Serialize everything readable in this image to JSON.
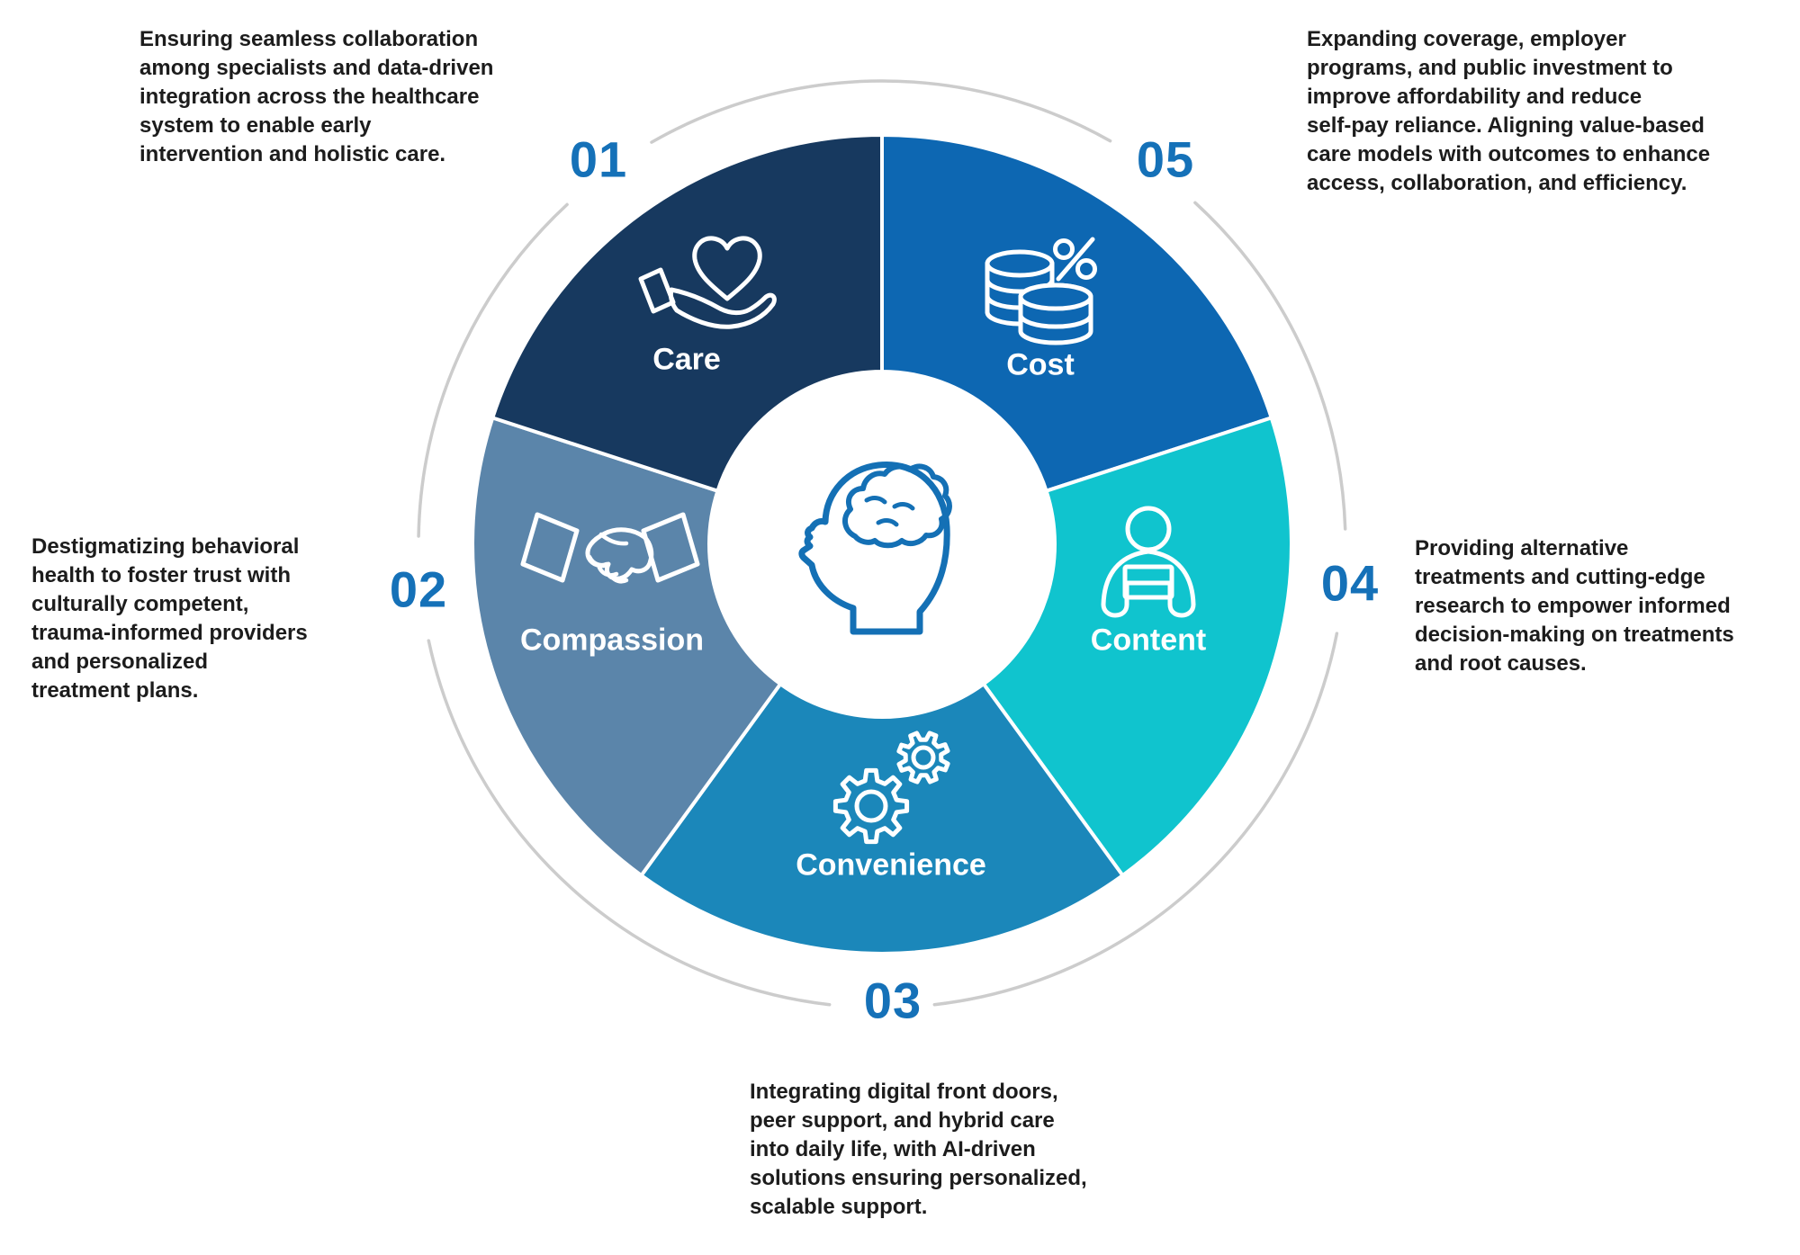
{
  "diagram": {
    "type": "five-segment-wheel",
    "center_icon": "head-brain-icon",
    "colors": {
      "background": "#ffffff",
      "outer_ring": "#cccccc",
      "divider": "#ffffff",
      "number_text": "#1571b8",
      "body_text": "#1c1c1c",
      "segment_label_text": "#ffffff",
      "segment_icon_stroke": "#ffffff",
      "center_icon_stroke": "#1470b5"
    }
  },
  "segments": [
    {
      "number": "01",
      "label": "Care",
      "color": "#17395f",
      "icon": "hand-holding-heart-icon",
      "description": "Ensuring seamless collaboration\namong specialists and data-driven\nintegration across the healthcare\nsystem to enable early\nintervention and holistic care."
    },
    {
      "number": "02",
      "label": "Compassion",
      "color": "#5b85aa",
      "icon": "handshake-icon",
      "description": "Destigmatizing behavioral\nhealth to foster trust with\nculturally competent,\ntrauma-informed providers\nand personalized\ntreatment plans."
    },
    {
      "number": "03",
      "label": "Convenience",
      "color": "#1b87ba",
      "icon": "gears-icon",
      "description": "Integrating digital front doors,\npeer support, and hybrid care\ninto daily life, with AI-driven\nsolutions ensuring personalized,\nscalable support."
    },
    {
      "number": "04",
      "label": "Content",
      "color": "#10c4ce",
      "icon": "person-reading-icon",
      "description": "Providing alternative\ntreatments and cutting-edge\nresearch to empower informed\ndecision-making on treatments\nand root causes."
    },
    {
      "number": "05",
      "label": "Cost",
      "color": "#0d67b2",
      "icon": "coins-percent-icon",
      "description": "Expanding coverage, employer\nprograms, and public investment to\nimprove affordability and reduce\nself-pay reliance. Aligning value-based\ncare models with outcomes to enhance\naccess, collaboration, and efficiency."
    }
  ]
}
